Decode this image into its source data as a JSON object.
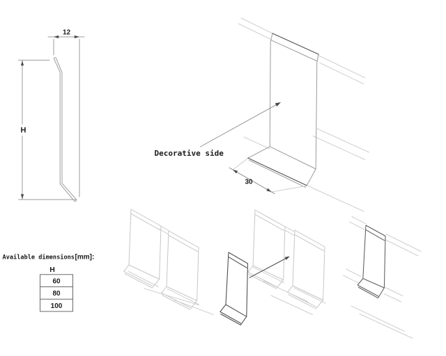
{
  "profile_view": {
    "width_dim_label": "12",
    "height_dim_label": "H"
  },
  "isometric_view": {
    "callout_label": "Decorative side",
    "flange_depth_label": "30"
  },
  "dimensions_panel": {
    "title": "Available dimensions",
    "unit_label": "[mm]:",
    "table": {
      "header": "H",
      "rows": [
        "60",
        "80",
        "100"
      ]
    }
  },
  "colors": {
    "line_light": "#cfcfcf",
    "line_medium": "#9b9b9b",
    "line_dark": "#4f4f4f",
    "text": "#1c1c1c",
    "background": "#ffffff"
  }
}
